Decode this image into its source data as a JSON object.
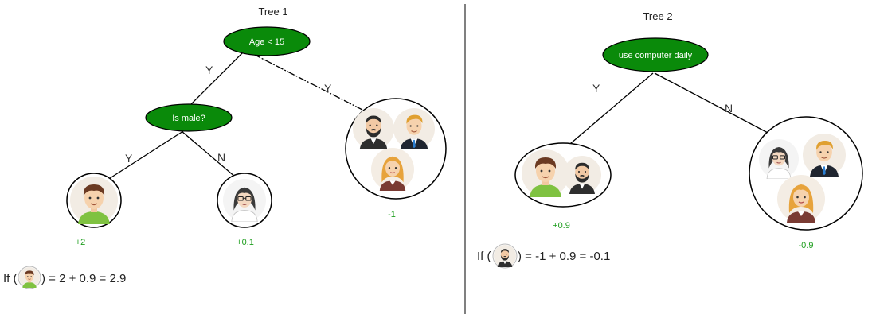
{
  "trees": [
    {
      "title": "Tree 1",
      "root": {
        "label": "Age < 15"
      },
      "internal": {
        "label": "Is male?"
      },
      "edges": {
        "root_left": "Y",
        "root_right": "Y",
        "int_left": "Y",
        "int_right": "N"
      },
      "leaves": [
        {
          "value": "+2",
          "people": [
            "boy"
          ]
        },
        {
          "value": "+0.1",
          "people": [
            "woman-glasses"
          ]
        },
        {
          "value": "-1",
          "people": [
            "man-beard",
            "man-suit",
            "woman-blonde"
          ]
        }
      ]
    },
    {
      "title": "Tree 2",
      "root": {
        "label": "use computer daily"
      },
      "edges": {
        "root_left": "Y",
        "root_right": "N"
      },
      "leaves": [
        {
          "value": "+0.9",
          "people": [
            "boy",
            "man-beard"
          ]
        },
        {
          "value": "-0.9",
          "people": [
            "woman-glasses",
            "man-suit",
            "woman-blonde"
          ]
        }
      ]
    }
  ],
  "formulas": [
    {
      "prefix": "If (",
      "subject": "boy",
      "expression": ") = 2 + 0.9 = 2.9"
    },
    {
      "prefix": "If (",
      "subject": "man-beard",
      "expression": ") = -1 + 0.9 = -0.1"
    }
  ],
  "colors": {
    "node_fill": "#0a8a0a",
    "node_stroke": "#000000",
    "leaf_value": "#1e9e1e",
    "edge": "#000000"
  }
}
